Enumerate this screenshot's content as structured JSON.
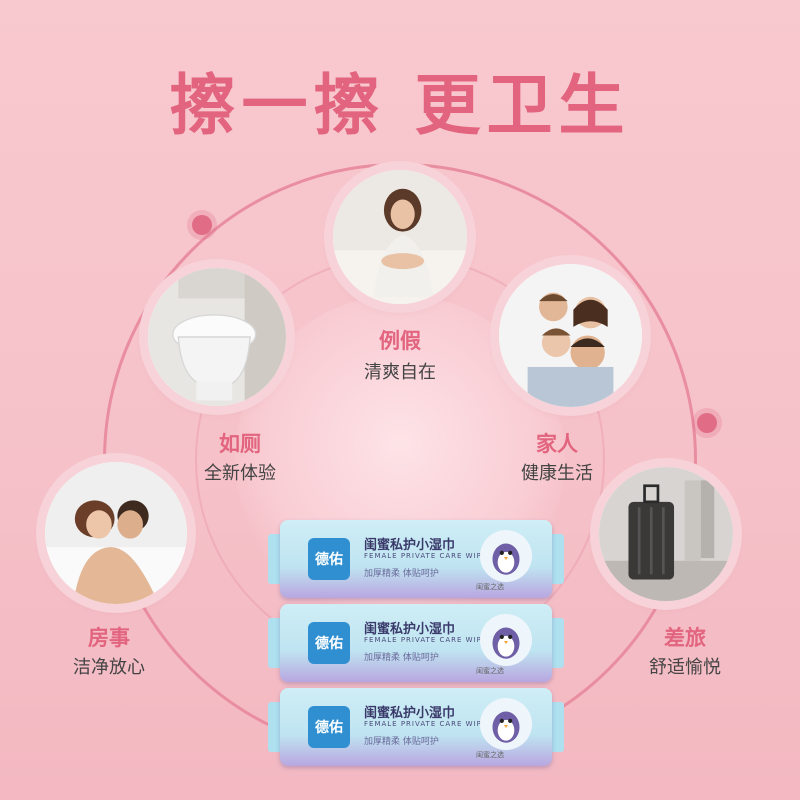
{
  "headline": "擦一擦 更卫生",
  "colors": {
    "accent": "#e2647e",
    "ring": "#e98da0"
  },
  "scenes": [
    {
      "id": "period",
      "title": "例假",
      "subtitle": "清爽自在"
    },
    {
      "id": "toilet",
      "title": "如厕",
      "subtitle": "全新体验"
    },
    {
      "id": "family",
      "title": "家人",
      "subtitle": "健康生活"
    },
    {
      "id": "intimacy",
      "title": "房事",
      "subtitle": "洁净放心"
    },
    {
      "id": "travel",
      "title": "差旅",
      "subtitle": "舒适愉悦"
    }
  ],
  "product": {
    "brand": "德佑",
    "name": "闺蜜私护小湿巾",
    "name_en": "FEMALE PRIVATE CARE WIPES",
    "desc": "加厚精柔 体贴呵护",
    "badge": "闺蜜之选"
  }
}
